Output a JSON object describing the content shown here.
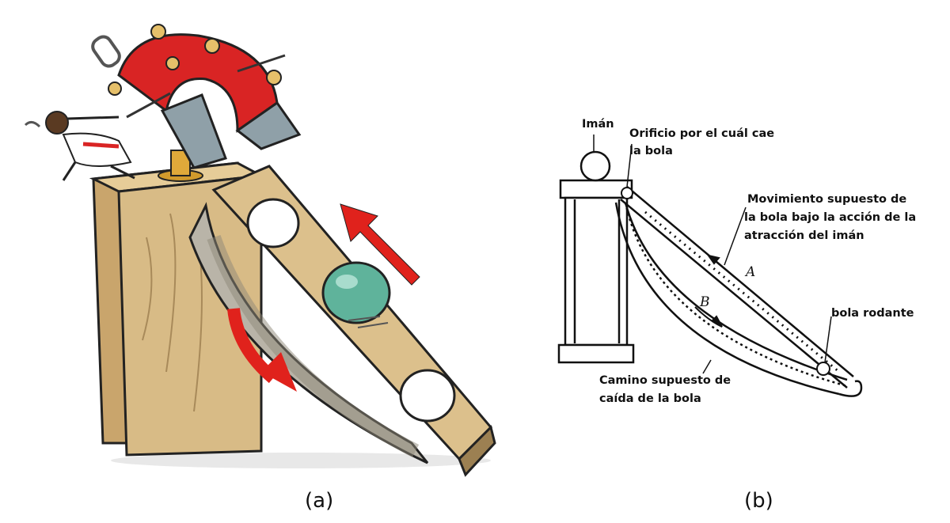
{
  "panel_a": {
    "caption": "(a)"
  },
  "panel_b": {
    "caption": "(b)",
    "labels": {
      "magnet": "Imán",
      "hole_line1": "Orificio por el cuál cae",
      "hole_line2": "la bola",
      "move_line1": "Movimiento supuesto de",
      "move_line2": "la bola bajo la acción de la",
      "move_line3": "atracción del imán",
      "ball": "bola rodante",
      "path_line1": "Camino supuesto de",
      "path_line2": "caída de la bola",
      "letter_a": "A",
      "letter_b": "B"
    }
  },
  "colors": {
    "wood": "#d8bb86",
    "wood_dark": "#a88a5a",
    "magnet_red": "#d92424",
    "magnet_steel": "#8fa0a8",
    "ball": "#5fb39b",
    "arrow_red": "#e0221c",
    "ink": "#111111"
  }
}
